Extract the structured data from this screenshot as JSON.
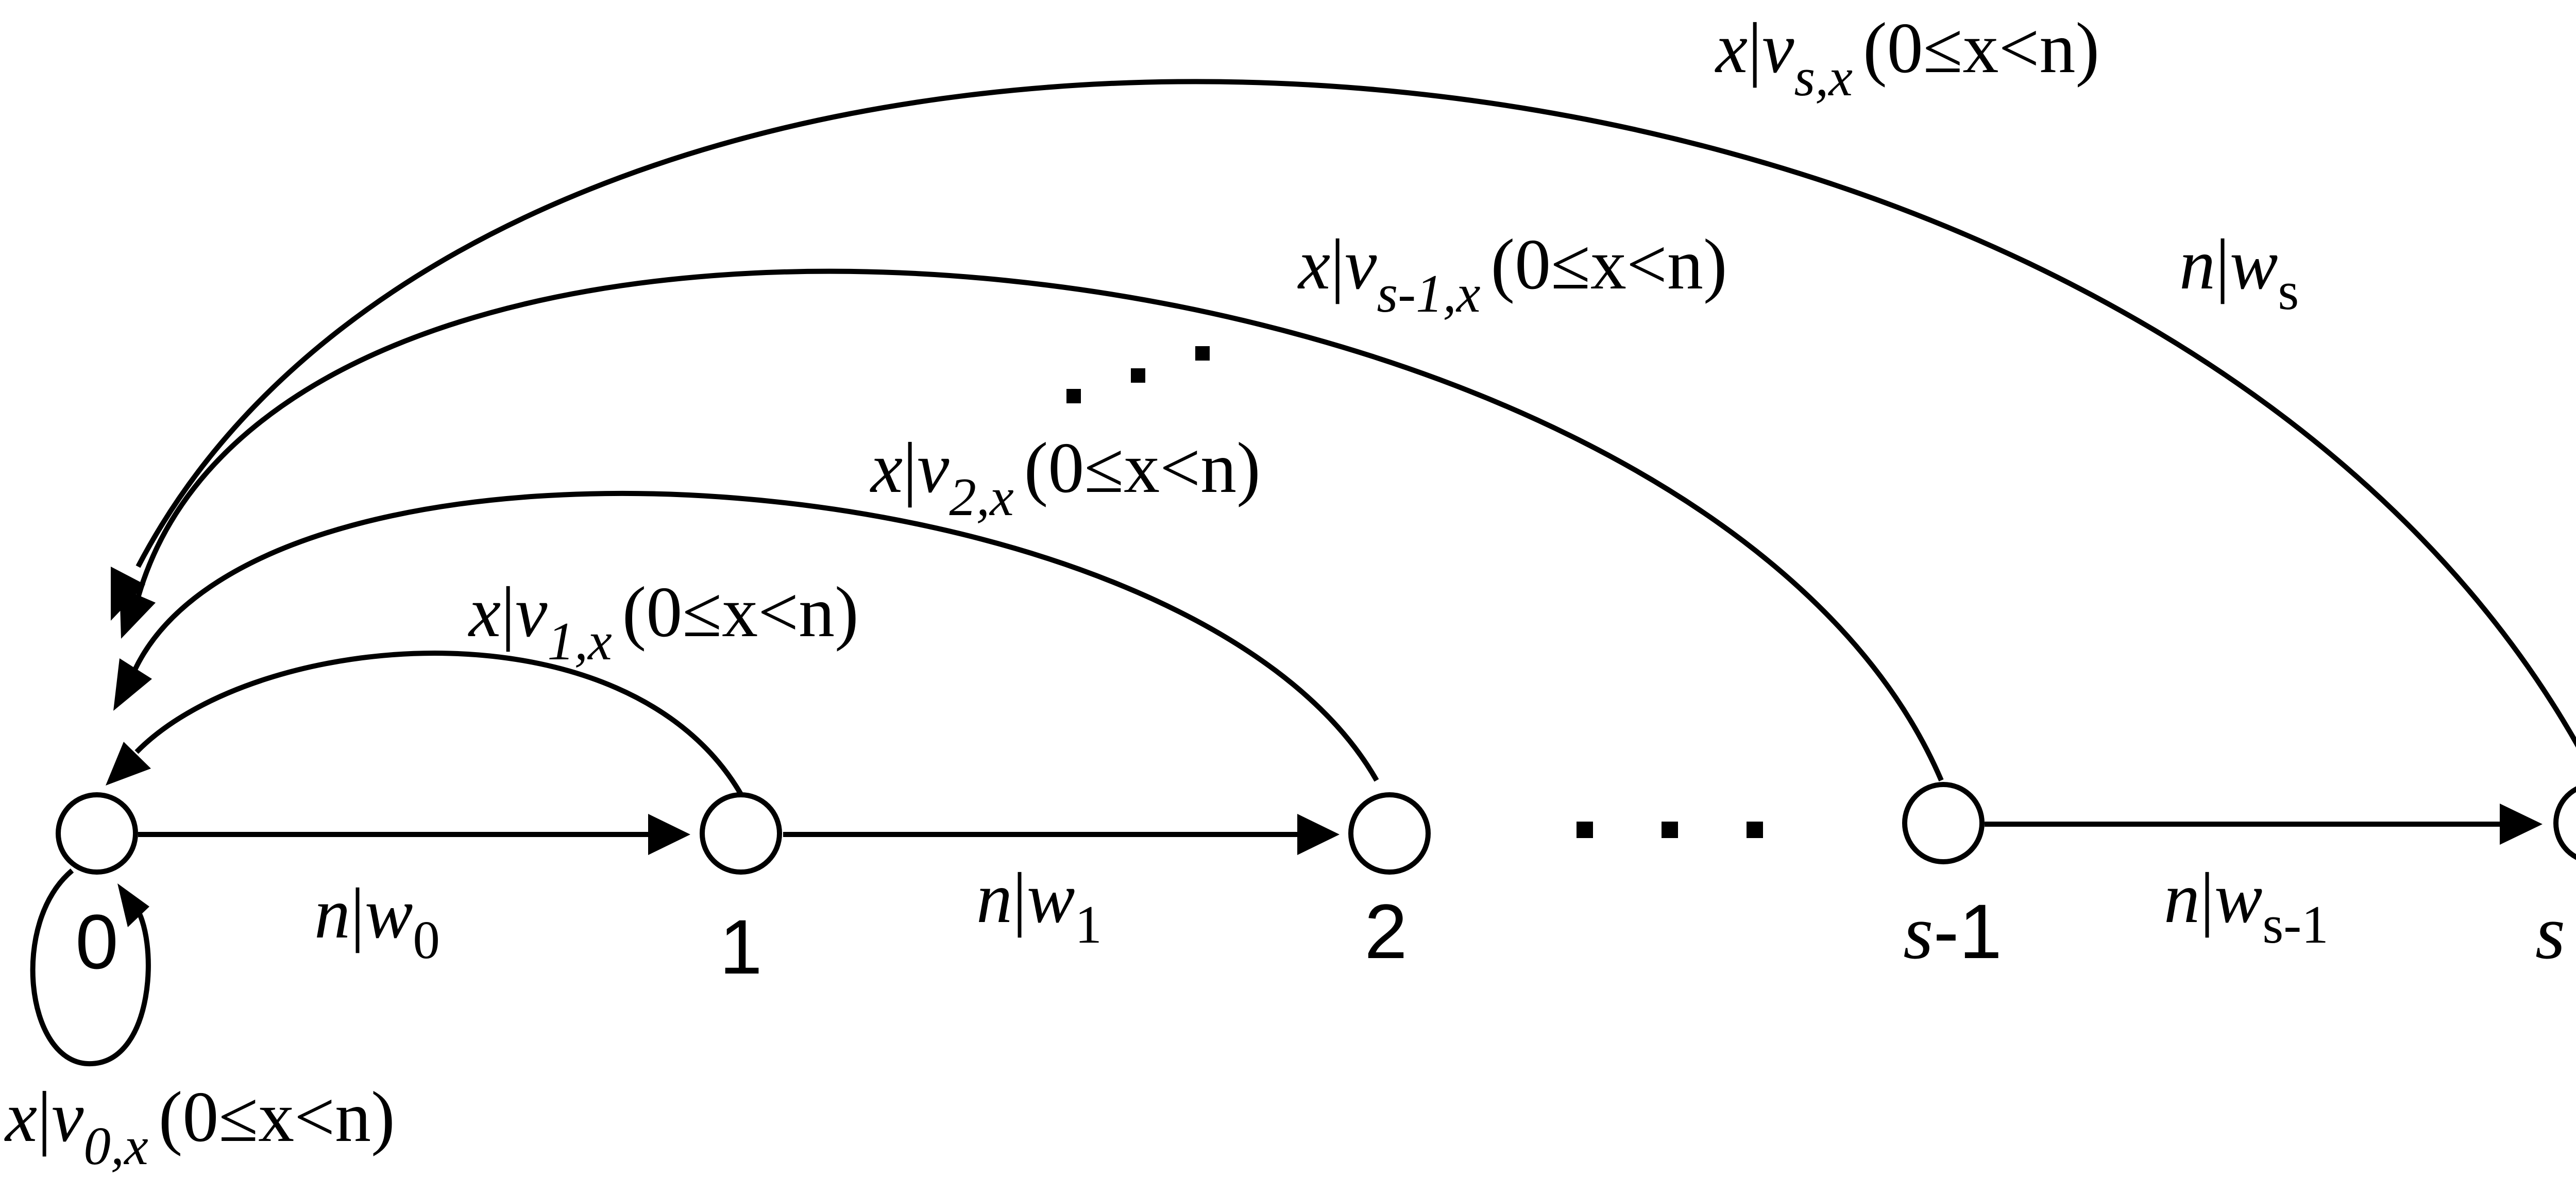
{
  "nodes": [
    {
      "id": "n0",
      "label": "0"
    },
    {
      "id": "n1",
      "label": "1"
    },
    {
      "id": "n2",
      "label": "2"
    },
    {
      "id": "nsm1",
      "label_var": "s",
      "label_rest": "-1"
    },
    {
      "id": "ns",
      "label_var": "s"
    }
  ],
  "edges": {
    "loop0": {
      "x": "x",
      "bar": "|",
      "v": "v",
      "sub": "0,x",
      "cond": "(0≤x<n)"
    },
    "back1": {
      "x": "x",
      "bar": "|",
      "v": "v",
      "sub": "1,x",
      "cond": "(0≤x<n)"
    },
    "back2": {
      "x": "x",
      "bar": "|",
      "v": "v",
      "sub": "2,x",
      "cond": "(0≤x<n)"
    },
    "backsm1": {
      "x": "x",
      "bar": "|",
      "v": "v",
      "sub": "s-1,x",
      "cond": "(0≤x<n)"
    },
    "backs": {
      "x": "x",
      "bar": "|",
      "v": "v",
      "sub": "s,x",
      "cond": "(0≤x<n)"
    },
    "fwd0": {
      "n": "n",
      "bar": "|",
      "w": "w",
      "sub": "0"
    },
    "fwd1": {
      "n": "n",
      "bar": "|",
      "w": "w",
      "sub": "1"
    },
    "fwdsm1": {
      "n": "n",
      "bar": "|",
      "w": "w",
      "sub": "s-1"
    },
    "fwds": {
      "n": "n",
      "bar": "|",
      "w": "w",
      "sub": "s"
    }
  },
  "ellipsis": "..."
}
